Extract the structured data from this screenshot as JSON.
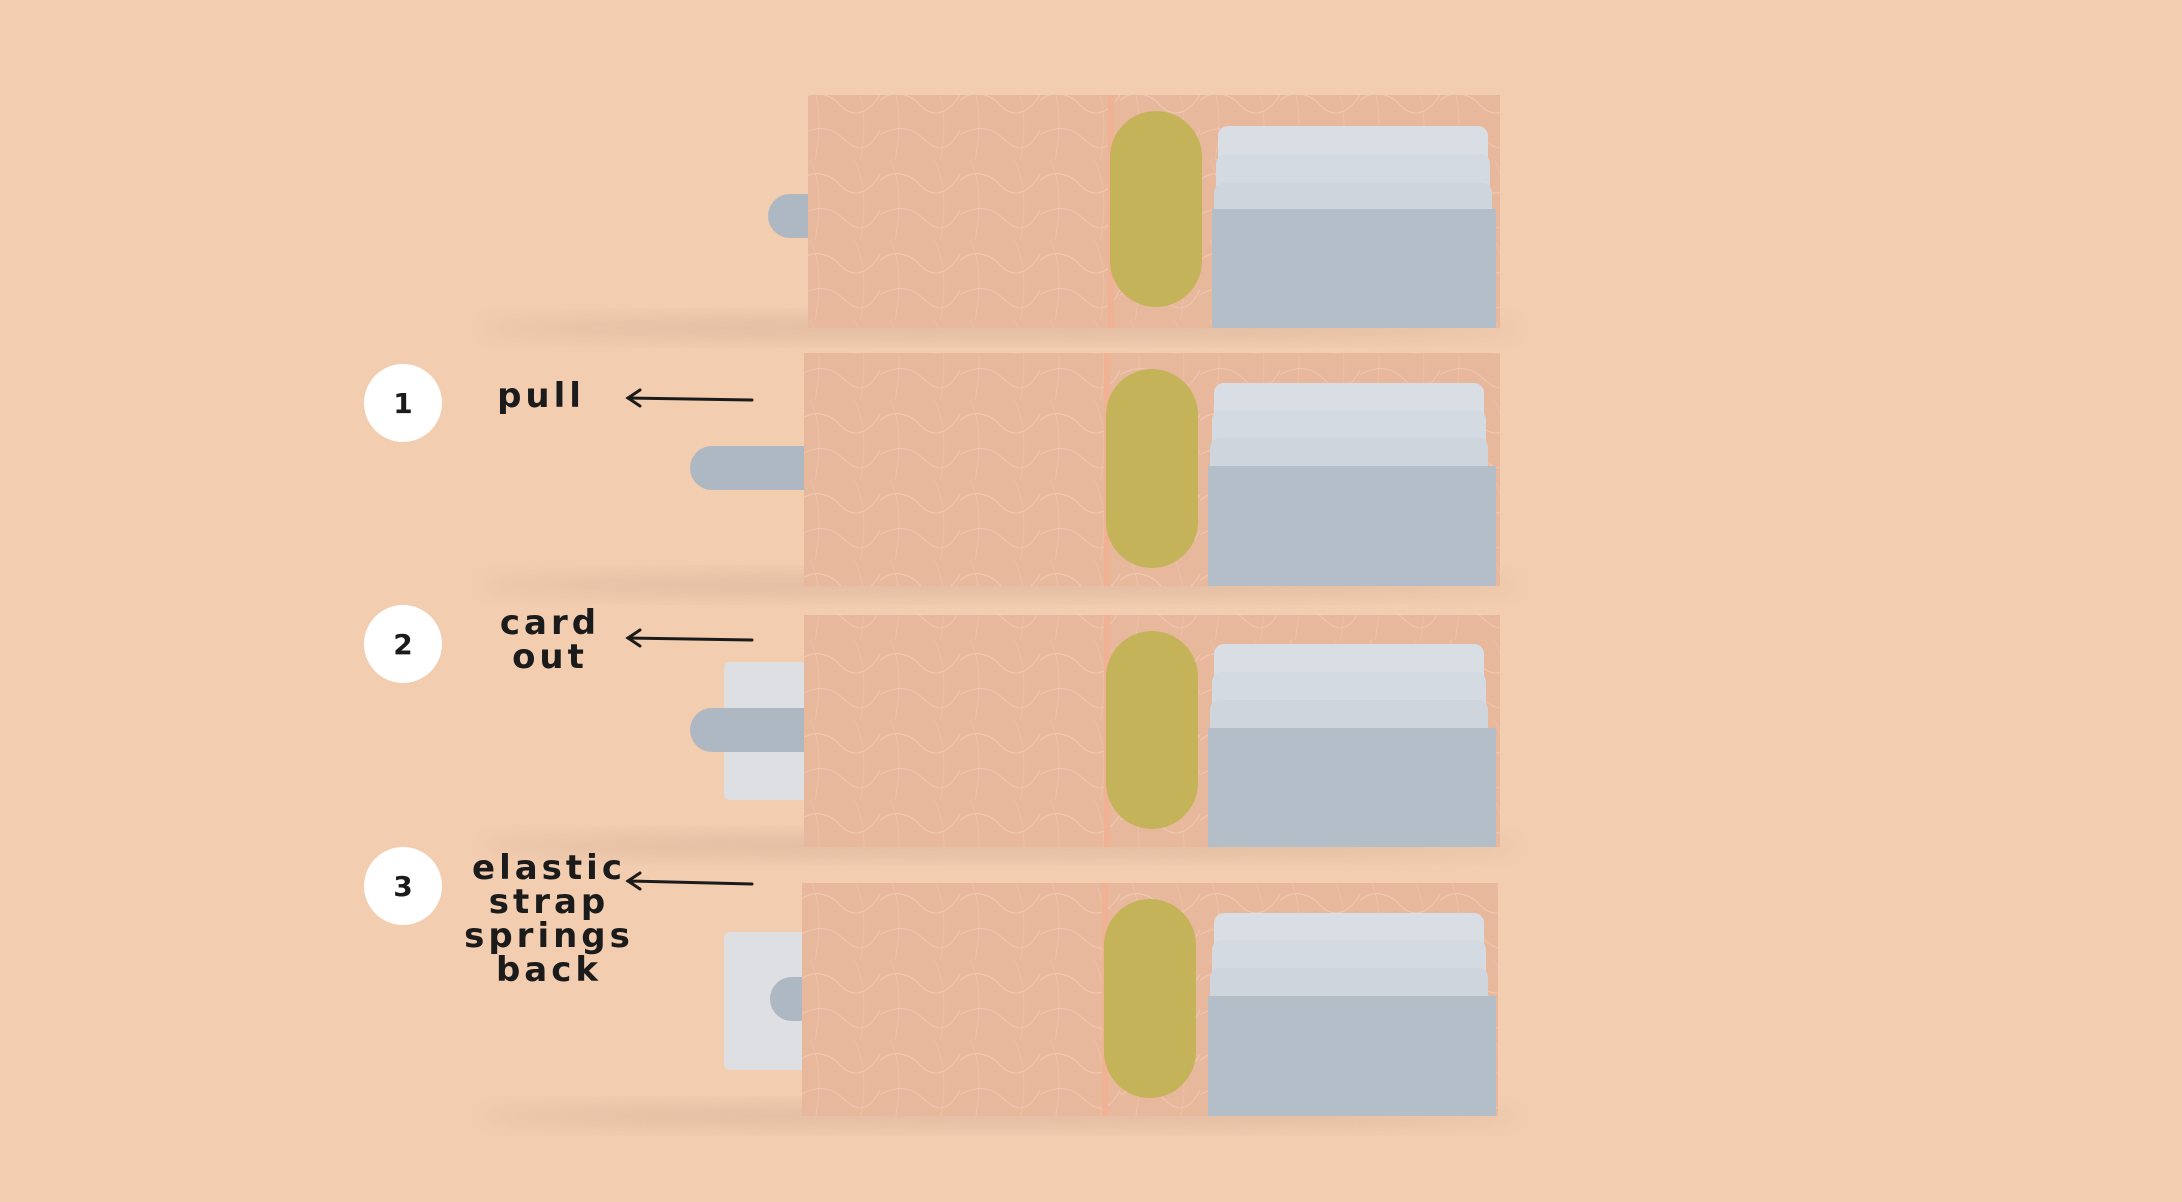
{
  "colors": {
    "background": "#f3cdb0",
    "wallet_leather": "#e8b89d",
    "wallet_leather_light": "#f0c1a7",
    "spine": "#f1b195",
    "coin_pad": "#c5b35a",
    "cards": "#b3bec8",
    "card_edges": "#d9dee5",
    "tab": "#aeb8c3",
    "ejected_card": "#dddfe2",
    "marker_circle": "#ffffff",
    "text": "#1b1b1b"
  },
  "steps": [
    {
      "number": "1",
      "label": "pull"
    },
    {
      "number": "2",
      "label": "card\nout"
    },
    {
      "number": "3",
      "label": "elastic\nstrap\nsprings\nback"
    }
  ]
}
